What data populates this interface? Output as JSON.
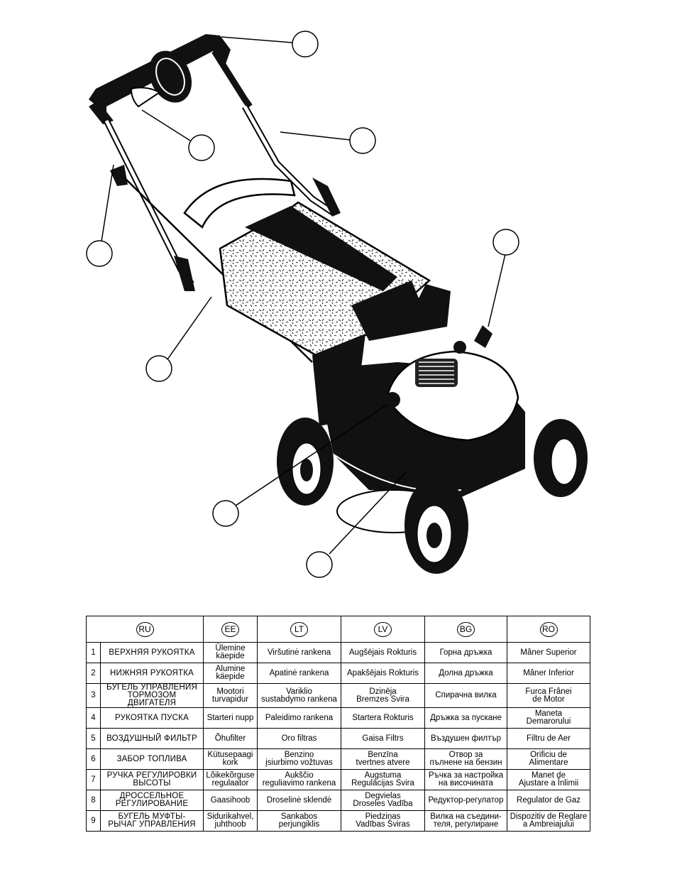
{
  "diagram": {
    "title": "",
    "callouts": [
      "",
      "",
      "",
      "",
      "",
      "",
      "",
      "",
      ""
    ]
  },
  "table": {
    "languages": [
      "RU",
      "EE",
      "LT",
      "LV",
      "BG",
      "RO"
    ],
    "rows": [
      {
        "num": "1",
        "ru": "ВЕРХНЯЯ  РУКОЯТКА",
        "ee": "Ülemine\nkäepide",
        "lt": "Viršutinė rankena",
        "lv": "Augšējais Rokturis",
        "bg": "Горна дръжка",
        "ro": "Mâner Superior"
      },
      {
        "num": "2",
        "ru": "НИЖНЯЯ  РУКОЯТКА",
        "ee": "Alumine\nkäepide",
        "lt": "Apatinė rankena",
        "lv": "Apakšējais Rokturis",
        "bg": "Долна дръжка",
        "ro": "Mâner Inferior"
      },
      {
        "num": "3",
        "ru": "БУГЕЛЬ УПРАВЛЕНИЯ\nТОРМОЗОМ ДВИГАТЕЛЯ",
        "ee": "Mootori\nturvapidur",
        "lt": "Variklio\nsustabdymo rankena",
        "lv": "Dzinēja\nBremzes Svira",
        "bg": "Спирачна вилка",
        "ro": "Furca Frânei\nde Motor"
      },
      {
        "num": "4",
        "ru": "РУКОЯТКА  ПУСКА",
        "ee": "Starteri nupp",
        "lt": "Paleidimo rankena",
        "lv": "Startera Rokturis",
        "bg": "Дръжка за пускане",
        "ro": "Maneta\nDemarorului"
      },
      {
        "num": "5",
        "ru": "ВОЗДУШНЫЙ  ФИЛЬТР",
        "ee": "Õhufilter",
        "lt": "Oro filtras",
        "lv": "Gaisa Filtrs",
        "bg": "Въздушен филтър",
        "ro": "Filtru de Aer"
      },
      {
        "num": "6",
        "ru": "ЗАБОР  ТОПЛИВА",
        "ee": "Kütusepaagi\nkork",
        "lt": "Benzino\nįsiurbimo vožtuvas",
        "lv": "Benzīna\ntvertnes atvere",
        "bg": "Отвор за\nпълнене на бензин",
        "ro": "Orificiu de\nAlimentare"
      },
      {
        "num": "7",
        "ru": "РУЧКА  РЕГУЛИРОВКИ\nВЫСОТЫ",
        "ee": "Lõikekõrguse\nregulaator",
        "lt": "Aukščio\nreguliavimo rankena",
        "lv": "Augstuma\nRegulācijas Svira",
        "bg": "Ръчка за настройка\nна височината",
        "ro": "Manet de\nAjustare a Înlimii"
      },
      {
        "num": "8",
        "ru": "ДРОССЕЛЬНОЕ\nРЕГУЛИРОВАНИЕ",
        "ee": "Gaasihoob",
        "lt": "Droselinė sklendė",
        "lv": "Degvielas\nDroseles Vadība",
        "bg": "Редуктор-регулатор",
        "ro": "Regulator de Gaz"
      },
      {
        "num": "9",
        "ru": "БУГЕЛЬ  МУФТЫ-\nРЫЧАГ  УПРАВЛЕНИЯ",
        "ee": "Sidurikahvel,\njuhthoob",
        "lt": "Sankabos\nperjungiklis",
        "lv": "Piedziņas\nVadības Sviras",
        "bg": "Вилка на съедини-\nтеля, регулиране",
        "ro": "Dispozitiv de Reglare\na Ambreiajului"
      }
    ]
  }
}
